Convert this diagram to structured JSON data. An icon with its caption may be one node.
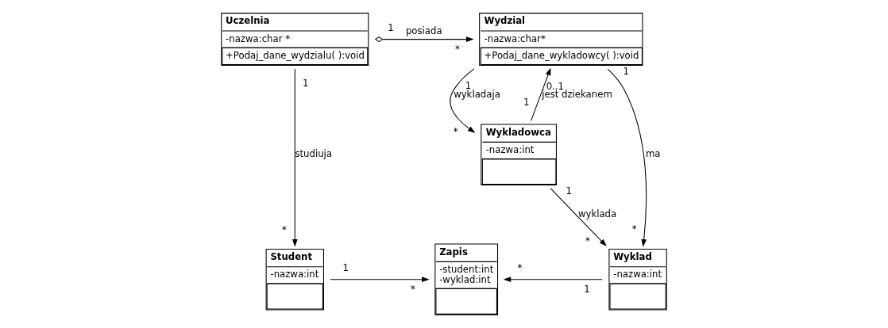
{
  "diagram": {
    "nodes": [
      {
        "text": [
          "Uczelnia",
          "-nazwa:char *",
          "+Podaj_dane_wydzialu( ):void"
        ]
      },
      {
        "text": [
          "Wydzial",
          "-nazwa:char*",
          "+Podaj_dane_wykladowcy( ):void"
        ]
      },
      {
        "text": [
          "Wykladowca",
          "-nazwa:int"
        ]
      },
      {
        "text": [
          "Student",
          "-nazwa:int"
        ]
      },
      {
        "text": [
          "Zapis",
          "-student:int",
          "-wyklad:int"
        ]
      },
      {
        "text": [
          "Wyklad",
          "-nazwa:int"
        ]
      }
    ],
    "edges": [
      {
        "from": 0,
        "to": 1,
        "arrow": "to",
        "label": "posiada"
      },
      {
        "from": 0,
        "to": 3,
        "arrow": "to",
        "label": "studiuja"
      },
      {
        "from": 1,
        "to": 2,
        "arrow": "to",
        "label": "wykladaja"
      },
      {
        "from": 2,
        "to": 1,
        "arrow": "to",
        "label": "jest dziekanem"
      },
      {
        "from": 1,
        "to": 5,
        "arrow": "to",
        "label": "ma"
      },
      {
        "from": 3,
        "to": 4,
        "arrow": "to"
      },
      {
        "from": 5,
        "to": 4,
        "arrow": "to"
      },
      {
        "from": 2,
        "to": 5,
        "arrow": "to",
        "label": "wyklada"
      }
    ],
    "labels": [
      "1",
      "*",
      "1",
      "0..1",
      "1",
      "1",
      "1",
      "*",
      "*",
      "*",
      "1",
      "*",
      "*",
      "*",
      "1",
      "1"
    ]
  }
}
